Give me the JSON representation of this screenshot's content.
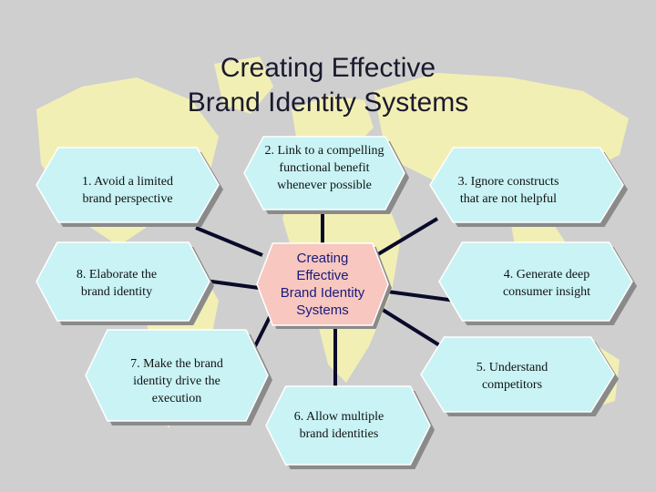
{
  "title": {
    "line1": "Creating Effective",
    "line2": "Brand Identity Systems"
  },
  "center": {
    "lines": [
      "Creating",
      "Effective",
      "Brand Identity",
      "Systems"
    ]
  },
  "nodes": [
    {
      "id": "1",
      "lines": [
        "1. Avoid a limited",
        "brand perspective"
      ]
    },
    {
      "id": "2",
      "lines": [
        "2. Link to a compelling",
        "functional benefit",
        "whenever possible"
      ]
    },
    {
      "id": "3",
      "lines": [
        "3. Ignore constructs",
        "that are not helpful"
      ]
    },
    {
      "id": "4",
      "lines": [
        "4. Generate deep",
        "consumer insight"
      ]
    },
    {
      "id": "5",
      "lines": [
        "5. Understand",
        "competitors"
      ]
    },
    {
      "id": "6",
      "lines": [
        "6. Allow multiple",
        "brand identities"
      ]
    },
    {
      "id": "7",
      "lines": [
        "7. Make the brand",
        "identity drive the",
        "execution"
      ]
    },
    {
      "id": "8",
      "lines": [
        "8. Elaborate the",
        "brand identity"
      ]
    }
  ],
  "colors": {
    "background": "#cfcfcf",
    "map": "#f2efb4",
    "hexagon_fill": "#c9f3f5",
    "hexagon_shadow": "#8a8a8a",
    "connector": "#0a0a2a",
    "center_fill": "#f7c7c0",
    "center_text": "#1a1a7a"
  }
}
